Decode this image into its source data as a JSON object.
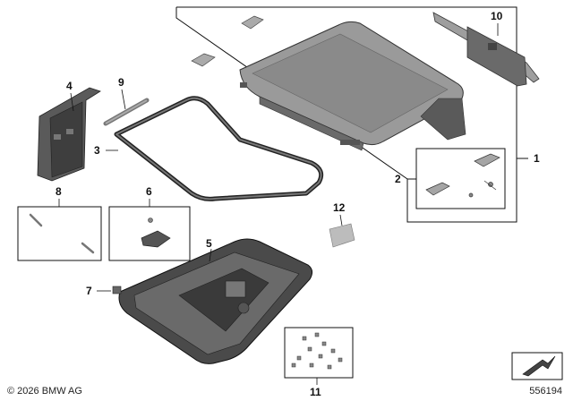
{
  "diagram": {
    "callouts": [
      {
        "id": "1",
        "label": "1"
      },
      {
        "id": "2",
        "label": "2"
      },
      {
        "id": "3",
        "label": "3"
      },
      {
        "id": "4",
        "label": "4"
      },
      {
        "id": "5",
        "label": "5"
      },
      {
        "id": "6",
        "label": "6"
      },
      {
        "id": "7",
        "label": "7"
      },
      {
        "id": "8",
        "label": "8"
      },
      {
        "id": "9",
        "label": "9"
      },
      {
        "id": "10",
        "label": "10"
      },
      {
        "id": "11",
        "label": "11"
      },
      {
        "id": "12",
        "label": "12"
      }
    ],
    "footer": {
      "copyright": "© 2026 BMW AG",
      "diagram_number": "556194"
    },
    "colors": {
      "line": "#111111",
      "part_dark": "#4a4a4a",
      "part_mid": "#8c8c8c",
      "part_light": "#bdbdbd"
    }
  }
}
